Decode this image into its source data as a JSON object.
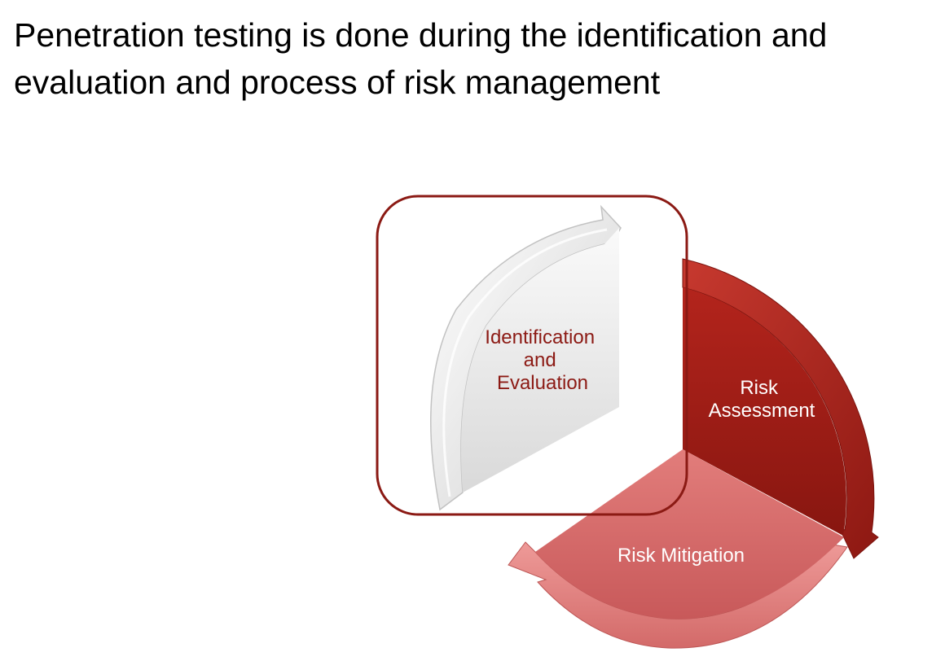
{
  "slide": {
    "title_line1": "Penetration testing is done during the identification and",
    "title_line2": "evaluation and process of risk management"
  },
  "diagram": {
    "type": "cycle",
    "segments": [
      {
        "id": "identification",
        "label_lines": [
          "Identification",
          "and",
          "Evaluation"
        ],
        "fill": "#e3e3e3",
        "text_color": "#8c1a14",
        "highlighted": true
      },
      {
        "id": "assessment",
        "label_lines": [
          "Risk",
          "Assessment"
        ],
        "fill": "#a01f18",
        "text_color": "#ffffff",
        "highlighted": false
      },
      {
        "id": "mitigation",
        "label_lines": [
          "Risk Mitigation"
        ],
        "fill": "#d9706e",
        "text_color": "#ffffff",
        "highlighted": false
      }
    ],
    "highlight_color": "#8b1a14"
  }
}
